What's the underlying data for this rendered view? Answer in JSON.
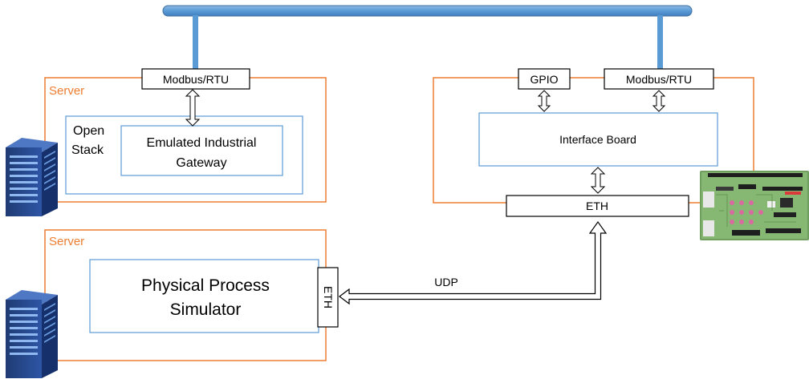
{
  "colors": {
    "bus": "#5B9BD5",
    "server_border": "#ED7D31",
    "inner_border": "#5B9BD5",
    "text": "#000000",
    "server_text": "#ED7D31"
  },
  "top_server": {
    "label": "Server",
    "modbus_label": "Modbus/RTU",
    "openstack_line1": "Open",
    "openstack_line2": "Stack",
    "gateway_line1": "Emulated Industrial",
    "gateway_line2": "Gateway",
    "icon": "server-rack-icon"
  },
  "bottom_server": {
    "label": "Server",
    "simulator_line1": "Physical Process",
    "simulator_line2": "Simulator",
    "eth_label": "ETH",
    "icon": "server-rack-icon"
  },
  "board_node": {
    "gpio_label": "GPIO",
    "modbus_label": "Modbus/RTU",
    "interface_label": "Interface Board",
    "eth_label": "ETH",
    "image": "circuit-board-photo"
  },
  "link_label": "UDP"
}
